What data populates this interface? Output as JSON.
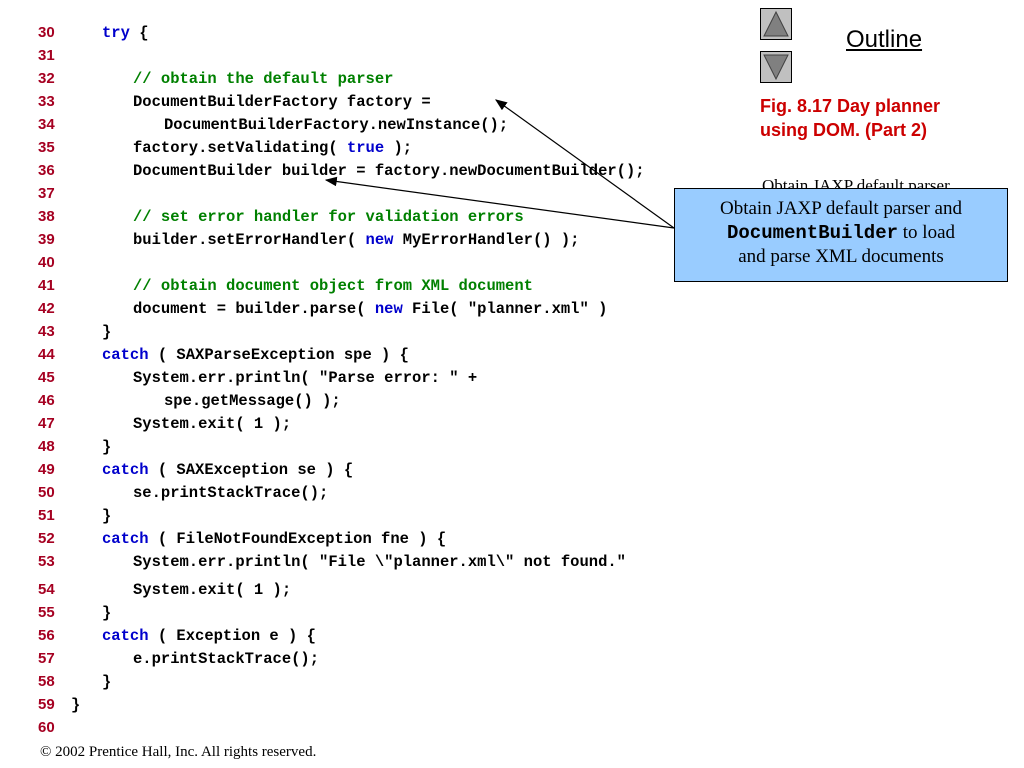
{
  "outline": {
    "title": "Outline",
    "up_button": "triangle-up-icon",
    "down_button": "triangle-down-icon"
  },
  "figure_caption": "Fig. 8.17  Day planner\nusing DOM. (Part 2)",
  "ghost_text": "Obtain JAXP default parser",
  "callout": {
    "line1": "Obtain JAXP default parser and",
    "code": "DocumentBuilder",
    "line2_rest": " to load",
    "line3": "and parse XML documents"
  },
  "copyright": "© 2002 Prentice Hall, Inc.  All rights reserved.",
  "colors": {
    "line_number": "#a50021",
    "keyword": "#0000cc",
    "comment": "#008000",
    "caption": "#cc0000",
    "callout_bg": "#99ccff"
  },
  "code_lines": [
    {
      "num": "30",
      "indent": 2,
      "tokens": [
        {
          "t": "try",
          "c": "kw"
        },
        {
          "t": " {",
          "c": ""
        }
      ]
    },
    {
      "num": "31",
      "indent": 0,
      "tokens": []
    },
    {
      "num": "32",
      "indent": 3,
      "tokens": [
        {
          "t": "// obtain the default parser",
          "c": "cm"
        }
      ]
    },
    {
      "num": "33",
      "indent": 3,
      "tokens": [
        {
          "t": "DocumentBuilderFactory factory =",
          "c": ""
        }
      ]
    },
    {
      "num": "34",
      "indent": 4,
      "tokens": [
        {
          "t": "DocumentBuilderFactory.newInstance();",
          "c": ""
        }
      ]
    },
    {
      "num": "35",
      "indent": 3,
      "tokens": [
        {
          "t": "factory.setValidating( ",
          "c": ""
        },
        {
          "t": "true",
          "c": "kw"
        },
        {
          "t": " );",
          "c": ""
        }
      ]
    },
    {
      "num": "36",
      "indent": 3,
      "tokens": [
        {
          "t": "DocumentBuilder builder = factory.newDocumentBuilder();",
          "c": ""
        }
      ]
    },
    {
      "num": "37",
      "indent": 0,
      "tokens": []
    },
    {
      "num": "38",
      "indent": 3,
      "tokens": [
        {
          "t": "// set error handler for validation errors",
          "c": "cm"
        }
      ]
    },
    {
      "num": "39",
      "indent": 3,
      "tokens": [
        {
          "t": "builder.setErrorHandler( ",
          "c": ""
        },
        {
          "t": "new",
          "c": "kw"
        },
        {
          "t": " MyErrorHandler() );",
          "c": ""
        }
      ]
    },
    {
      "num": "40",
      "indent": 0,
      "tokens": []
    },
    {
      "num": "41",
      "indent": 3,
      "tokens": [
        {
          "t": "// obtain document object from XML document",
          "c": "cm"
        }
      ]
    },
    {
      "num": "42",
      "indent": 3,
      "tokens": [
        {
          "t": "document = builder.parse( ",
          "c": ""
        },
        {
          "t": "new",
          "c": "kw"
        },
        {
          "t": " File( \"planner.xml\" )",
          "c": ""
        }
      ]
    },
    {
      "num": "43",
      "indent": 2,
      "tokens": [
        {
          "t": "}",
          "c": ""
        }
      ]
    },
    {
      "num": "44",
      "indent": 2,
      "tokens": [
        {
          "t": "catch",
          "c": "kw"
        },
        {
          "t": " ( SAXParseException spe ) {",
          "c": ""
        }
      ]
    },
    {
      "num": "45",
      "indent": 3,
      "tokens": [
        {
          "t": "System.err.println( \"Parse error: \" +",
          "c": ""
        }
      ]
    },
    {
      "num": "46",
      "indent": 4,
      "tokens": [
        {
          "t": "spe.getMessage() );",
          "c": ""
        }
      ]
    },
    {
      "num": "47",
      "indent": 3,
      "tokens": [
        {
          "t": "System.exit( 1 );",
          "c": ""
        }
      ]
    },
    {
      "num": "48",
      "indent": 2,
      "tokens": [
        {
          "t": "}",
          "c": ""
        }
      ]
    },
    {
      "num": "49",
      "indent": 2,
      "tokens": [
        {
          "t": "catch",
          "c": "kw"
        },
        {
          "t": " ( SAXException se ) {",
          "c": ""
        }
      ]
    },
    {
      "num": "50",
      "indent": 3,
      "tokens": [
        {
          "t": "se.printStackTrace();",
          "c": ""
        }
      ]
    },
    {
      "num": "51",
      "indent": 2,
      "tokens": [
        {
          "t": "}",
          "c": ""
        }
      ]
    },
    {
      "num": "52",
      "indent": 2,
      "tokens": [
        {
          "t": "catch",
          "c": "kw"
        },
        {
          "t": " ( FileNotFoundException fne ) {",
          "c": ""
        }
      ]
    },
    {
      "num": "53",
      "indent": 3,
      "tokens": [
        {
          "t": "System.err.println( \"File \\\"planner.xml\\\" not found.\"",
          "c": ""
        }
      ]
    },
    {
      "num": "54",
      "indent": 3,
      "tokens": [
        {
          "t": "System.exit( 1 );",
          "c": ""
        }
      ]
    },
    {
      "num": "55",
      "indent": 2,
      "tokens": [
        {
          "t": "}",
          "c": ""
        }
      ]
    },
    {
      "num": "56",
      "indent": 2,
      "tokens": [
        {
          "t": "catch",
          "c": "kw"
        },
        {
          "t": " ( Exception e ) {",
          "c": ""
        }
      ]
    },
    {
      "num": "57",
      "indent": 3,
      "tokens": [
        {
          "t": "e.printStackTrace();",
          "c": ""
        }
      ]
    },
    {
      "num": "58",
      "indent": 2,
      "tokens": [
        {
          "t": "}",
          "c": ""
        }
      ]
    },
    {
      "num": "59",
      "indent": 1,
      "tokens": [
        {
          "t": "}",
          "c": ""
        }
      ]
    },
    {
      "num": "60",
      "indent": 0,
      "tokens": []
    }
  ]
}
